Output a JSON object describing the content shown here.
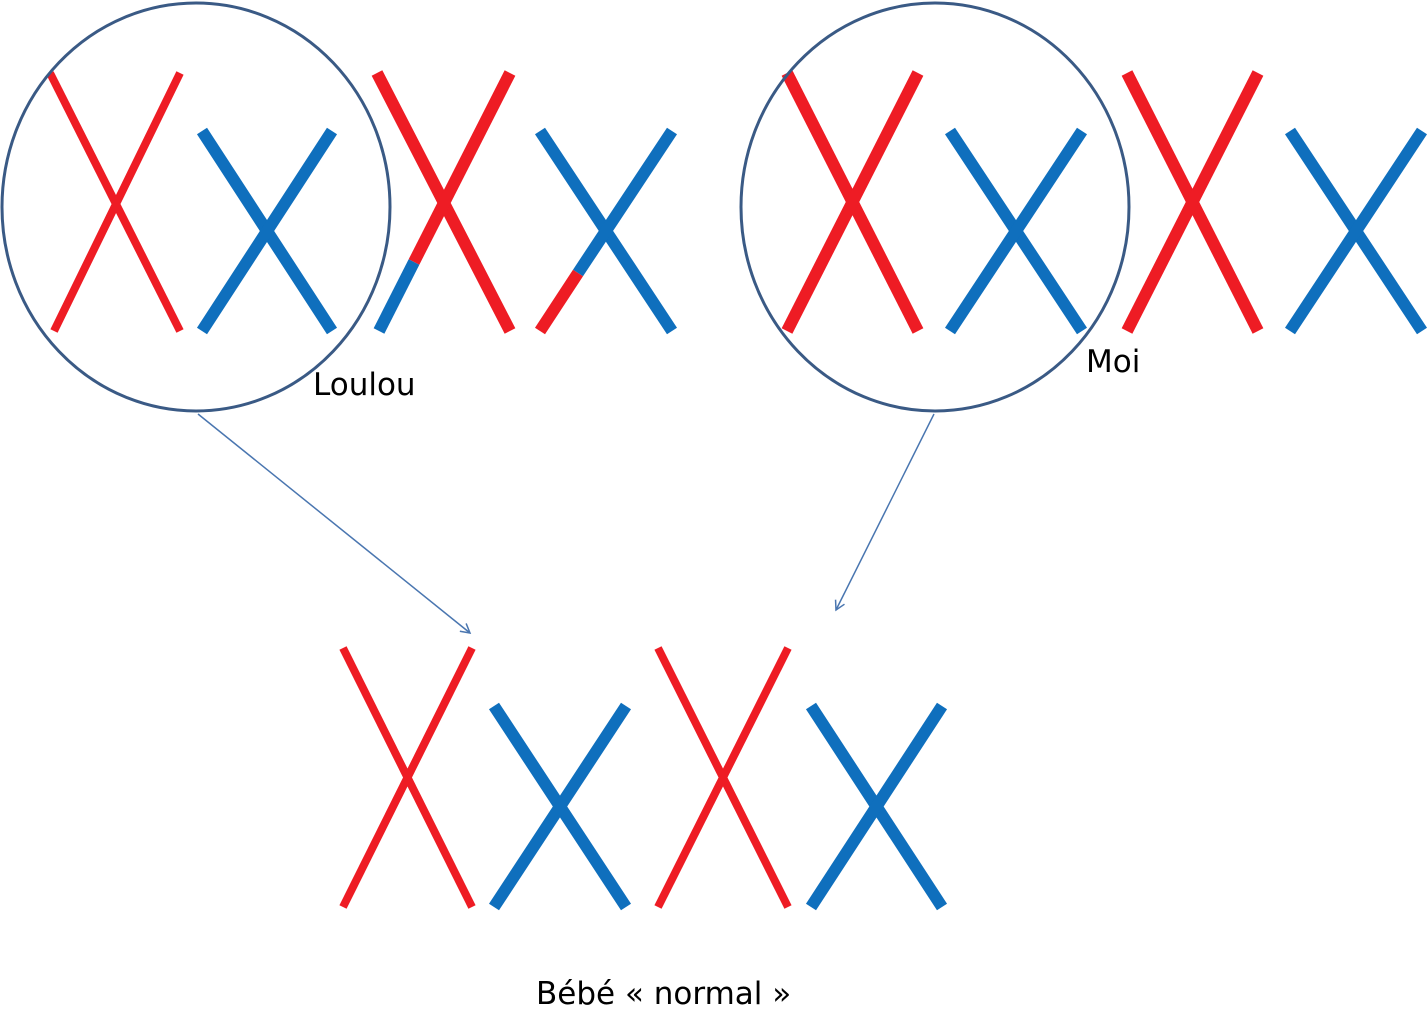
{
  "labels": {
    "father": "Loulou",
    "mother": "Moi",
    "baby": "Bébé « normal »"
  },
  "colors": {
    "chromosome_red": "#ee1c24",
    "chromosome_blue": "#0f6fbd",
    "circle_outline": "#3a5a85",
    "arrow": "#4a76b0"
  }
}
